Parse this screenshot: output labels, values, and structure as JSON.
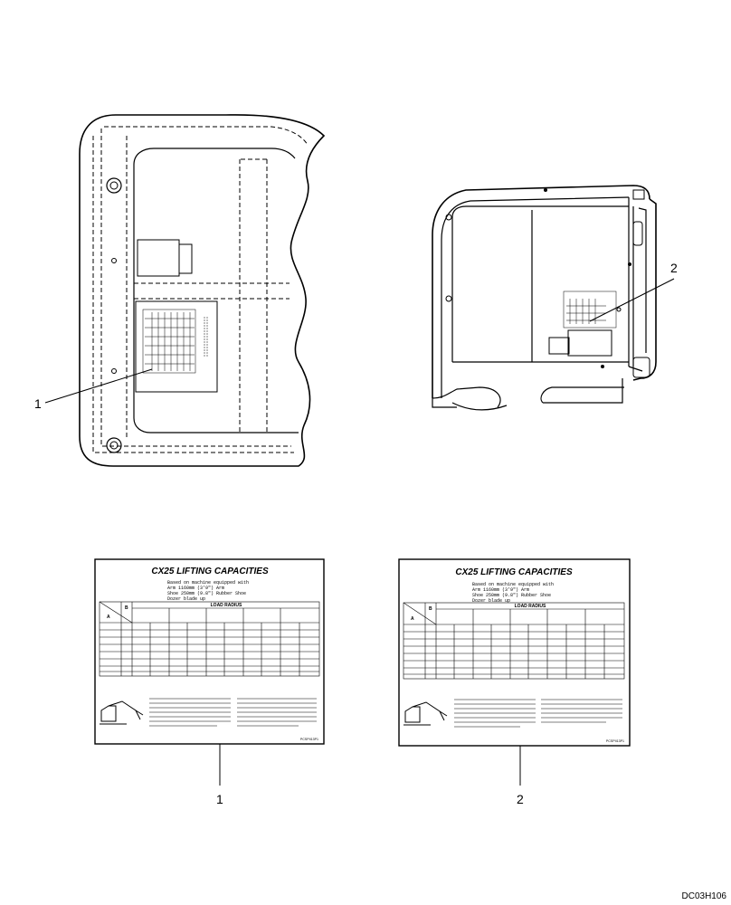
{
  "callouts": [
    "1",
    "2"
  ],
  "decals": [
    {
      "title": "CX25 LIFTING CAPACITIES",
      "lines": [
        "Based on machine equipped with",
        "Arm    1160mm (3'9\") Arm",
        "Shoe   250mm (9.8\") Rubber Shoe",
        "Dozer blade up"
      ],
      "header": "LOAD RADIUS",
      "col_a": "A",
      "col_b": "B",
      "footer_code": "PCSPII13P1"
    },
    {
      "title": "CX25 LIFTING CAPACITIES",
      "lines": [
        "Based on machine equipped with",
        "Arm    1160mm (3'9\") Arm",
        "Shoe   250mm (9.8\") Rubber Shoe",
        "Dozer blade up"
      ],
      "header": "LOAD RADIUS",
      "col_a": "A",
      "col_b": "B",
      "footer_code": "PCSPII13P1"
    }
  ],
  "drawing_code": "DC03H106"
}
